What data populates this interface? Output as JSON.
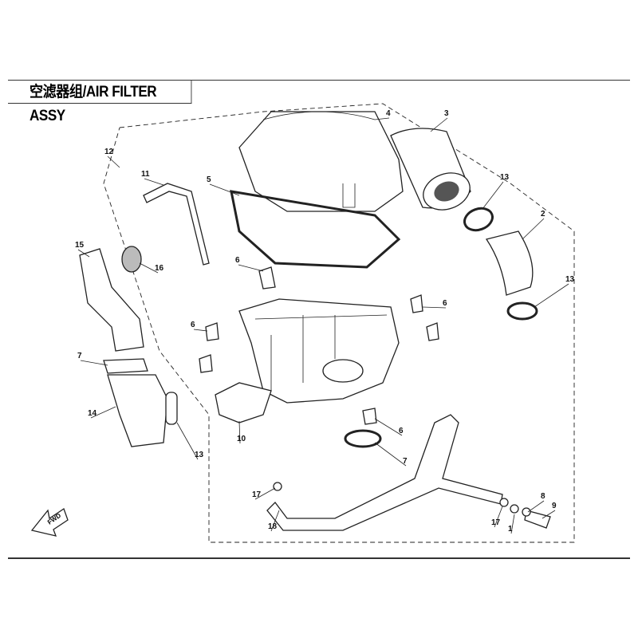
{
  "title": "空滤器组/AIR FILTER ASSY",
  "fwd_label": "FWD",
  "callouts": [
    {
      "n": "12"
    },
    {
      "n": "11"
    },
    {
      "n": "5"
    },
    {
      "n": "4"
    },
    {
      "n": "3"
    },
    {
      "n": "13"
    },
    {
      "n": "2"
    },
    {
      "n": "15"
    },
    {
      "n": "16"
    },
    {
      "n": "6"
    },
    {
      "n": "6"
    },
    {
      "n": "13"
    },
    {
      "n": "6"
    },
    {
      "n": "7"
    },
    {
      "n": "14"
    },
    {
      "n": "10"
    },
    {
      "n": "13"
    },
    {
      "n": "6"
    },
    {
      "n": "7"
    },
    {
      "n": "17"
    },
    {
      "n": "18"
    },
    {
      "n": "17"
    },
    {
      "n": "1"
    },
    {
      "n": "8"
    },
    {
      "n": "9"
    }
  ]
}
